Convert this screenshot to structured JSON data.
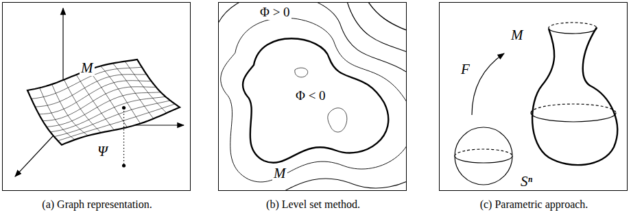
{
  "diagram": {
    "nodes": [
      {
        "text": [
          "M",
          "Ψ",
          "(a) Graph representation."
        ]
      },
      {
        "text": [
          "Φ > 0",
          "Φ < 0",
          "M",
          "(b) Level set method."
        ]
      },
      {
        "text": [
          "F",
          "M",
          "Sⁿ",
          "(c) Parametric approach."
        ]
      }
    ]
  }
}
